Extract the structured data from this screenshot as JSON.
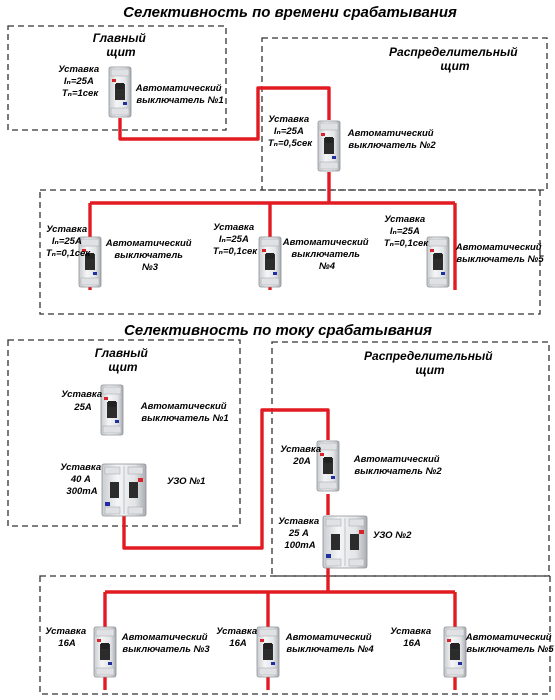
{
  "top": {
    "title": "Селективность по времени срабатывания",
    "main_panel": [
      "Главный",
      "щит"
    ],
    "dist_panel": [
      "Распределительный",
      "щит"
    ],
    "breakers": [
      {
        "setting": [
          "Уставка",
          "Iₙ=25A",
          "Tₙ=1сек"
        ],
        "name": [
          "Автоматический",
          "выключатель №1"
        ]
      },
      {
        "setting": [
          "Уставка",
          "Iₙ=25A",
          "Tₙ=0,5сек"
        ],
        "name": [
          "Автоматический",
          "выключатель №2"
        ]
      },
      {
        "setting": [
          "Уставка",
          "Iₙ=25A",
          "Tₙ=0,1сек"
        ],
        "name": [
          "Автоматический",
          "выключатель",
          "№3"
        ]
      },
      {
        "setting": [
          "Уставка",
          "Iₙ=25A",
          "Tₙ=0,1сек"
        ],
        "name": [
          "Автоматический",
          "выключатель",
          "№4"
        ]
      },
      {
        "setting": [
          "Уставка",
          "Iₙ=25A",
          "Tₙ=0,1сек"
        ],
        "name": [
          "Автоматический",
          "выключатель №5"
        ]
      }
    ]
  },
  "bottom": {
    "title": "Селективность по току срабатывания",
    "main_panel": [
      "Главный",
      "щит"
    ],
    "dist_panel": [
      "Распределительный",
      "щит"
    ],
    "breakers": [
      {
        "setting": [
          "Уставка",
          "25A"
        ],
        "name": [
          "Автоматический",
          "выключатель №1"
        ]
      },
      {
        "setting": [
          "Уставка",
          "20A"
        ],
        "name": [
          "Автоматический",
          "выключатель №2"
        ]
      },
      {
        "setting": [
          "Уставка",
          "16A"
        ],
        "name": [
          "Автоматический",
          "выключатель №3"
        ]
      },
      {
        "setting": [
          "Уставка",
          "16A"
        ],
        "name": [
          "Автоматический",
          "выключатель №4"
        ]
      },
      {
        "setting": [
          "Уставка",
          "16A"
        ],
        "name": [
          "Автоматический",
          "выключатель №5"
        ]
      }
    ],
    "rcds": [
      {
        "setting": [
          "Уставка",
          "40 A",
          "300mA"
        ],
        "name": "УЗО №1"
      },
      {
        "setting": [
          "Уставка",
          "25 A",
          "100mA"
        ],
        "name": "УЗО №2"
      }
    ]
  },
  "colors": {
    "wire": "#e21b22",
    "device_body": "#eceef0",
    "lever": "#d8232a",
    "frame": "#333333"
  }
}
